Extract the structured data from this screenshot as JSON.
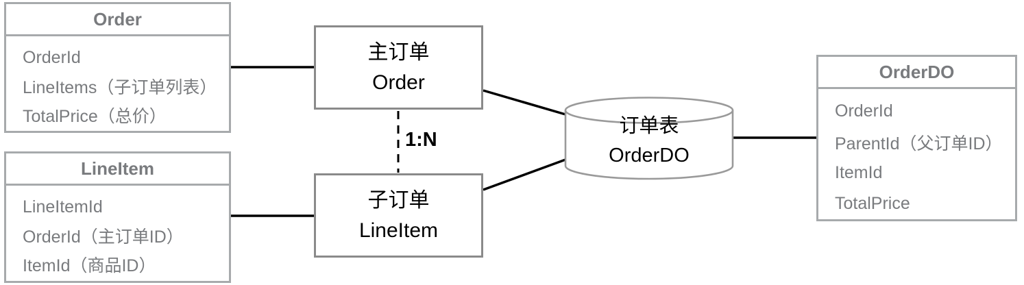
{
  "diagram": {
    "tables": [
      {
        "title": "Order",
        "fields": [
          "OrderId",
          "LineItems（子订单列表）",
          "TotalPrice（总价）"
        ]
      },
      {
        "title": "LineItem",
        "fields": [
          "LineItemId",
          "OrderId（主订单ID）",
          "ItemId（商品ID）"
        ]
      },
      {
        "title": "OrderDO",
        "fields": [
          "OrderId",
          "ParentId（父订单ID）",
          "ItemId",
          "TotalPrice"
        ]
      }
    ],
    "nodes": {
      "main_order": {
        "title_zh": "主订单",
        "title_en": "Order"
      },
      "sub_order": {
        "title_zh": "子订单",
        "title_en": "LineItem"
      },
      "database": {
        "title_zh": "订单表",
        "title_en": "OrderDO"
      }
    },
    "relation": {
      "label": "1:N"
    },
    "colors": {
      "table_border": "#a7aaac",
      "table_text": "#797b7e",
      "box_border": "#8a8a8a",
      "connector": "#000000",
      "node_text": "#000000"
    }
  }
}
